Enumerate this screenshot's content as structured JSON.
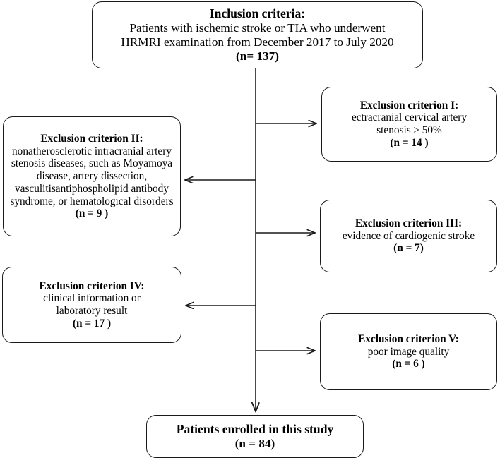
{
  "diagram": {
    "kind": "study-flowchart",
    "stroke_color": "#1a1a1a",
    "background_color": "#ffffff",
    "nodes": {
      "inclusion": {
        "title": "Inclusion criteria:",
        "line1": "Patients with ischemic stroke or TIA who underwent",
        "line2": "HRMRI examination from December 2017 to July 2020",
        "count": "(n= 137)"
      },
      "exclusion_1": {
        "title": "Exclusion criterion I:",
        "line1": "ectracranial cervical artery",
        "line2": "stenosis ≥ 50%",
        "count": "(n = 14 )"
      },
      "exclusion_2": {
        "title": "Exclusion criterion II:",
        "body": "nonatherosclerotic intracranial artery stenosis diseases, such as Moyamoya disease, artery dissection, vasculitisantiphospholipid antibody syndrome, or hematological disorders",
        "count": "(n = 9 )"
      },
      "exclusion_3": {
        "title": "Exclusion criterion III:",
        "line1": "evidence of cardiogenic stroke",
        "count": "(n = 7)"
      },
      "exclusion_4": {
        "title": "Exclusion criterion IV:",
        "line1": "clinical information or",
        "line2": "laboratory result",
        "count": "(n = 17 )"
      },
      "exclusion_5": {
        "title": "Exclusion criterion V:",
        "line1": "poor image quality",
        "count": "(n = 6 )"
      },
      "enrolled": {
        "title": "Patients enrolled in this study",
        "count": "(n = 84)"
      }
    },
    "connectors": [
      {
        "name": "spine-main",
        "from": "inclusion",
        "to": "enrolled",
        "direction": "down"
      },
      {
        "name": "branch-to-exclusion-1",
        "from": "spine",
        "to": "exclusion_1",
        "direction": "right"
      },
      {
        "name": "branch-to-exclusion-2",
        "from": "spine",
        "to": "exclusion_2",
        "direction": "left"
      },
      {
        "name": "branch-to-exclusion-3",
        "from": "spine",
        "to": "exclusion_3",
        "direction": "right"
      },
      {
        "name": "branch-to-exclusion-4",
        "from": "spine",
        "to": "exclusion_4",
        "direction": "left"
      },
      {
        "name": "branch-to-exclusion-5",
        "from": "spine",
        "to": "exclusion_5",
        "direction": "right"
      }
    ]
  }
}
